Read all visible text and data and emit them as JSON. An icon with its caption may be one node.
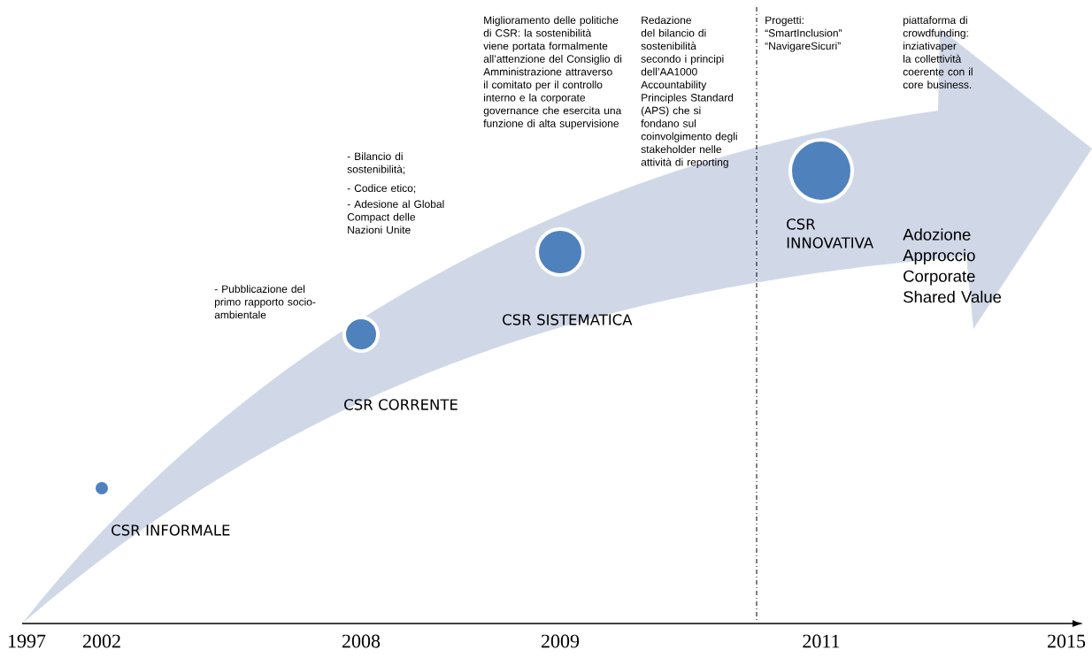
{
  "diagram": {
    "nodes": [
      {
        "text": [],
        "shape": "circle",
        "beside": [
          "CSR INFORMALE"
        ]
      },
      {
        "text": [],
        "shape": "circle",
        "beside": [
          "CSR CORRENTE"
        ]
      },
      {
        "text": [],
        "shape": "circle",
        "beside": [
          "CSR SISTEMATICA"
        ]
      },
      {
        "text": [],
        "shape": "circle",
        "beside": [
          "CSR INNOVATIVA"
        ]
      }
    ],
    "labels": [
      "- Pubblicazione del primo rapporto socio-ambientale",
      "- Bilancio di sostenibilità;",
      "- Codice etico;",
      "- Adesione al Global Compact delle Nazioni Unite",
      "Miglioramento delle politiche di CSR: la sostenibilità viene portata formalmente all’attenzione del Consiglio di Amministrazione attraverso il comitato per il controllo interno e la corporate governance che esercita una funzione di alta supervisione",
      "Redazione del bilancio di sostenibilità secondo i principi dell’AA1000 Accountability Principles Standard (APS) che si fondano sul coinvolgimento degli stakeholder nelle attività di reporting",
      "Progetti: “SmartInclusion” “NavigareSicuri”",
      "piattaforma di crowdfunding: inziativaper la collettività coerente con il core business.",
      "Adozione Approccio Corporate Shared Value",
      "1997",
      "2002",
      "2008",
      "2009",
      "2011",
      "2015"
    ]
  }
}
